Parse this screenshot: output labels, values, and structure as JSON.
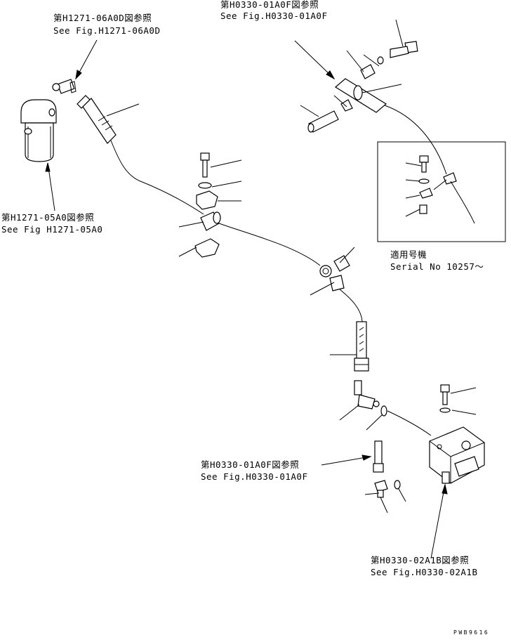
{
  "labels": {
    "ref_top_left": {
      "jp": "第H1271-06A0D図参照",
      "en": "See Fig.H1271-06A0D"
    },
    "ref_top_right": {
      "jp": "第H0330-01A0F図参照",
      "en": "See Fig.H0330-01A0F"
    },
    "ref_filter": {
      "jp": "第H1271-05A0図参照",
      "en": "See Fig H1271-05A0"
    },
    "ref_mid_right": {
      "jp": "第H0330-01A0F図参照",
      "en": "See Fig.H0330-01A0F"
    },
    "ref_bottom": {
      "jp": "第H0330-02A1B図参照",
      "en": "See Fig.H0330-02A1B"
    },
    "serial_inset": {
      "jp": "適用号機",
      "en": "Serial No 10257～"
    }
  },
  "drawing_code": "PWB9616"
}
